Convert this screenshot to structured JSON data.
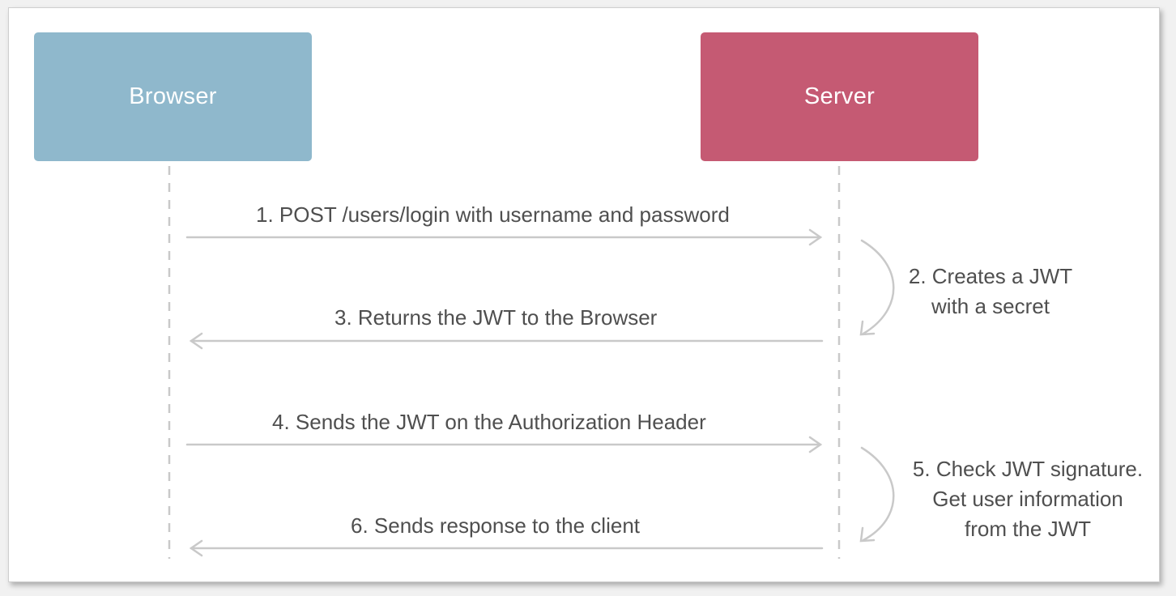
{
  "actors": {
    "browser": "Browser",
    "server": "Server"
  },
  "steps": {
    "s1": "1. POST /users/login with username and password",
    "s2_line1": "2. Creates a JWT",
    "s2_line2": "with a secret",
    "s3": "3. Returns the JWT to the Browser",
    "s4": "4. Sends the JWT on the Authorization Header",
    "s5_line1": "5. Check JWT signature.",
    "s5_line2": "Get user information",
    "s5_line3": "from the JWT",
    "s6": "6. Sends response to the client"
  },
  "colors": {
    "browser": "#8fb8cc",
    "server": "#c55a73",
    "arrow": "#c9c9c9",
    "text": "#4f4f4f"
  }
}
